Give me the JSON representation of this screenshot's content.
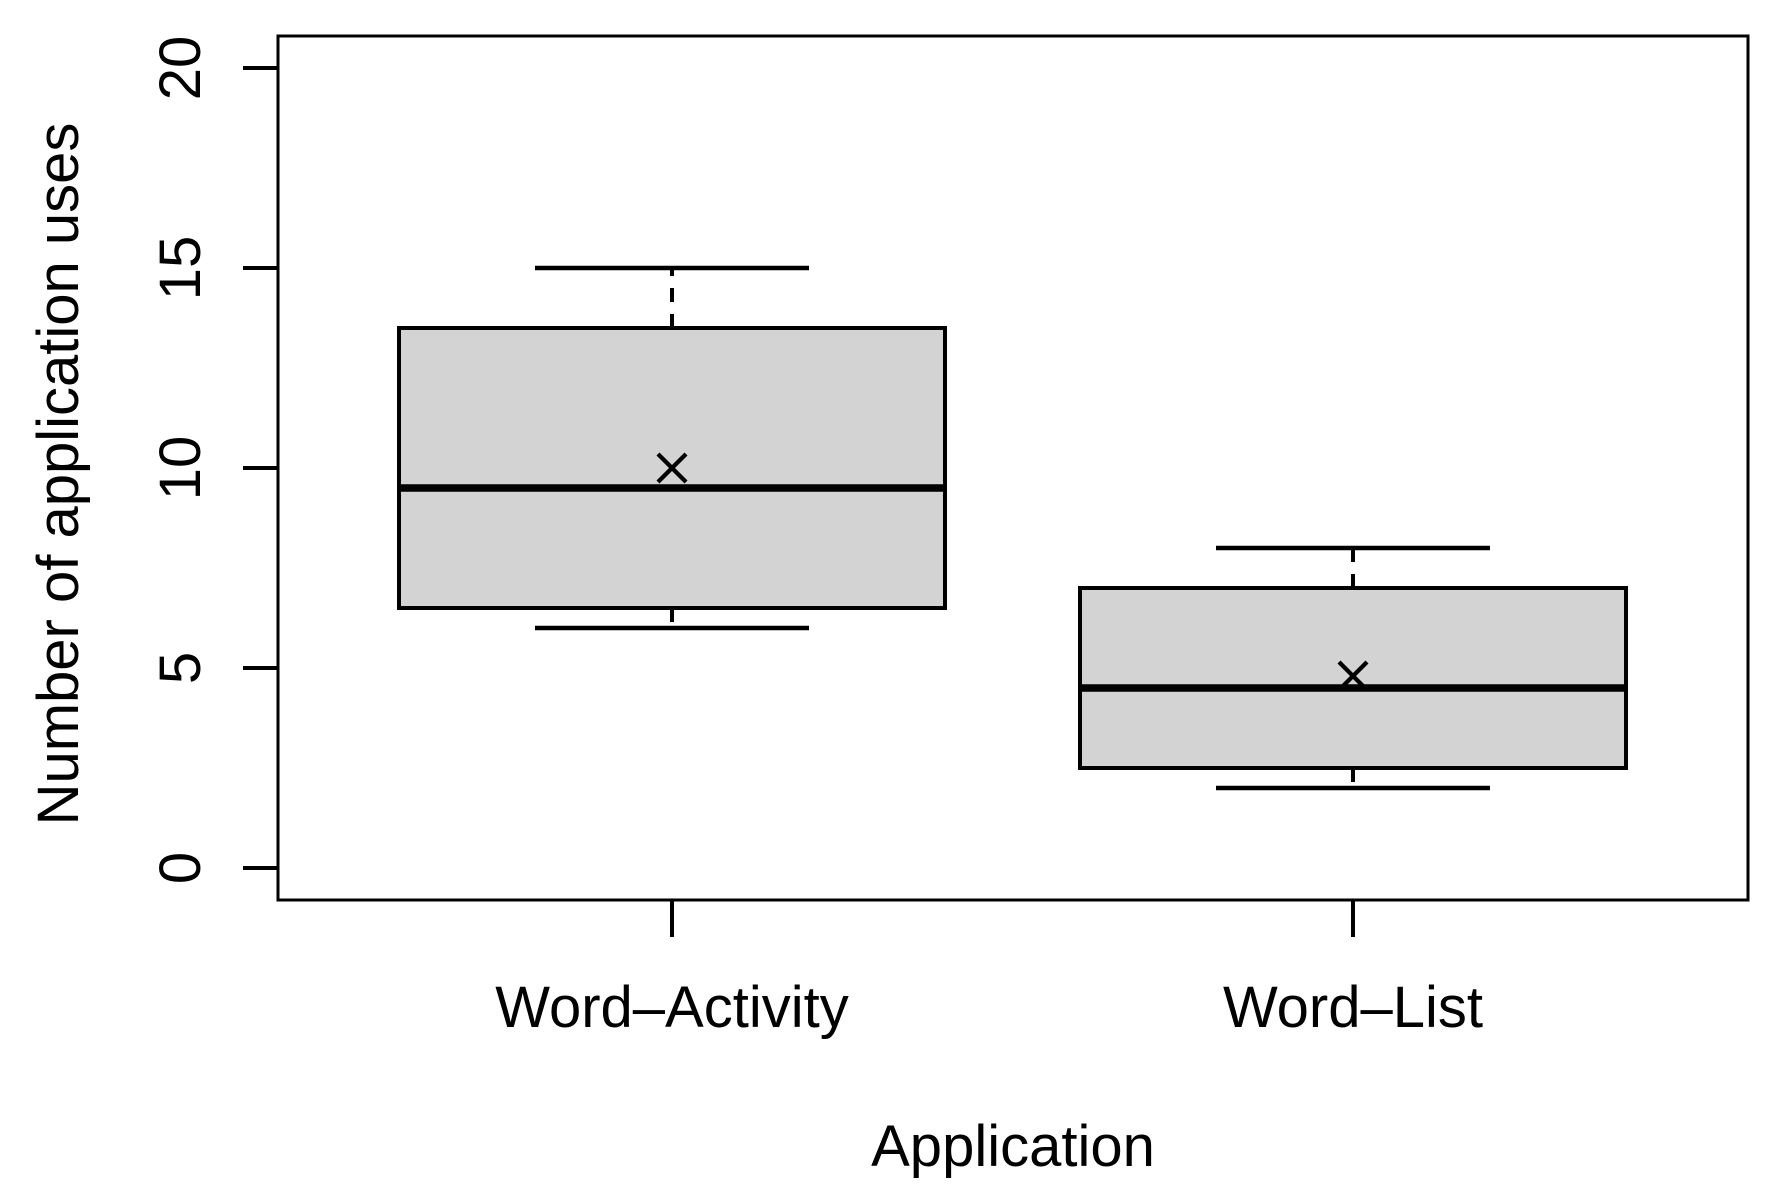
{
  "chart_data": {
    "type": "boxplot",
    "xlabel": "Application",
    "ylabel": "Number of application uses",
    "categories": [
      "Word–Activity",
      "Word–List"
    ],
    "y_ticks": [
      0,
      5,
      10,
      15,
      20
    ],
    "ylim": [
      -0.8,
      20.8
    ],
    "series": [
      {
        "name": "Word–Activity",
        "whisker_low": 6,
        "q1": 6.5,
        "median": 9.5,
        "q3": 13.5,
        "whisker_high": 15,
        "mean": 10
      },
      {
        "name": "Word–List",
        "whisker_low": 2,
        "q1": 2.5,
        "median": 4.5,
        "q3": 7,
        "whisker_high": 8,
        "mean": 4.8
      }
    ],
    "grid": "off",
    "legend": "none",
    "box_fill": "#d3d3d3",
    "line_color": "#000000",
    "background": "#ffffff"
  }
}
